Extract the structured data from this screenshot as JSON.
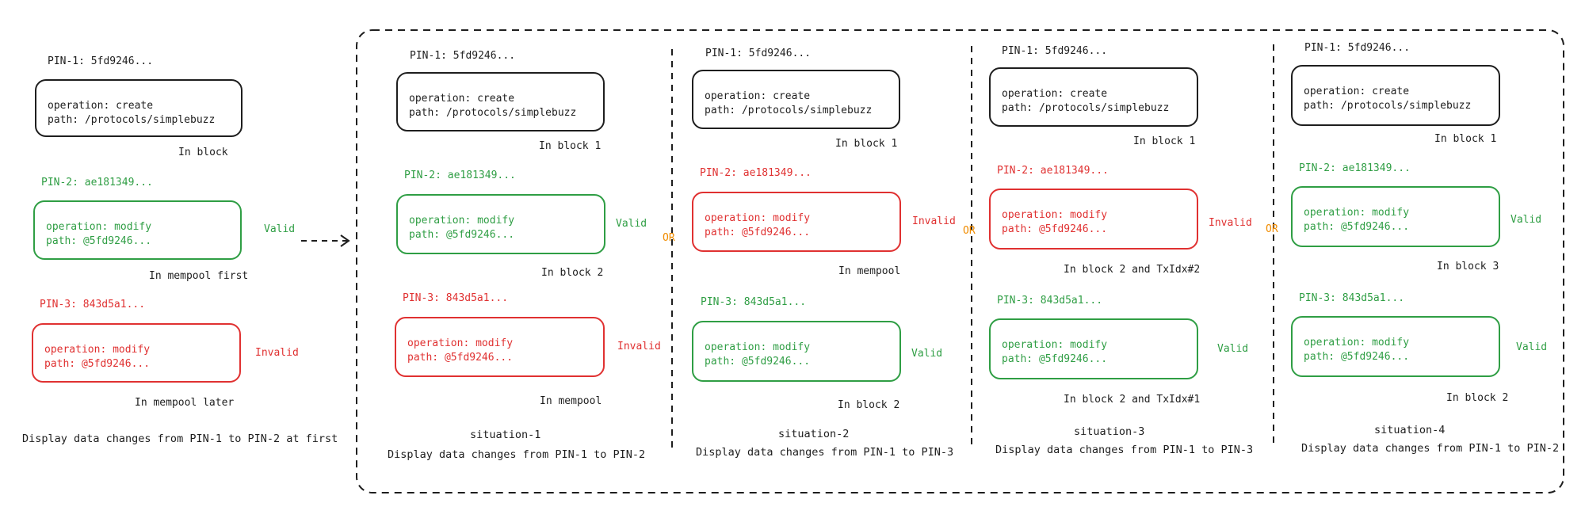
{
  "colors": {
    "black": "#1e1e1e",
    "green": "#2f9e44",
    "red": "#e03131",
    "orange": "#f08c00"
  },
  "left": {
    "pin1": {
      "title": "PIN-1: 5fd9246...",
      "line1": "operation: create",
      "line2": "path: /protocols/simplebuzz",
      "note": "In block"
    },
    "pin2": {
      "title": "PIN-2: ae181349...",
      "line1": "operation: modify",
      "line2": "path: @5fd9246...",
      "status": "Valid",
      "note": "In mempool first"
    },
    "pin3": {
      "title": "PIN-3: 843d5a1...",
      "line1": "operation: modify",
      "line2": "path: @5fd9246...",
      "status": "Invalid",
      "note": "In mempool later"
    },
    "caption": "Display data changes from PIN-1 to PIN-2 at first"
  },
  "or_label": "OR",
  "situations": [
    {
      "pin1": {
        "title": "PIN-1: 5fd9246...",
        "line1": "operation: create",
        "line2": "path: /protocols/simplebuzz",
        "note": "In block 1"
      },
      "pin2": {
        "title": "PIN-2: ae181349...",
        "line1": "operation: modify",
        "line2": "path: @5fd9246...",
        "status": "Valid",
        "note": "In block 2"
      },
      "pin3": {
        "title": "PIN-3: 843d5a1...",
        "line1": "operation: modify",
        "line2": "path: @5fd9246...",
        "status": "Invalid",
        "note": "In mempool"
      },
      "name": "situation-1",
      "caption": "Display data changes from PIN-1 to PIN-2"
    },
    {
      "pin1": {
        "title": "PIN-1: 5fd9246...",
        "line1": "operation: create",
        "line2": "path: /protocols/simplebuzz",
        "note": "In block 1"
      },
      "pin2": {
        "title": "PIN-2: ae181349...",
        "line1": "operation: modify",
        "line2": "path: @5fd9246...",
        "status": "Invalid",
        "note": "In mempool"
      },
      "pin3": {
        "title": "PIN-3: 843d5a1...",
        "line1": "operation: modify",
        "line2": "path: @5fd9246...",
        "status": "Valid",
        "note": "In block 2"
      },
      "name": "situation-2",
      "caption": "Display data changes from PIN-1 to PIN-3"
    },
    {
      "pin1": {
        "title": "PIN-1: 5fd9246...",
        "line1": "operation: create",
        "line2": "path: /protocols/simplebuzz",
        "note": "In block 1"
      },
      "pin2": {
        "title": "PIN-2: ae181349...",
        "line1": "operation: modify",
        "line2": "path: @5fd9246...",
        "status": "Invalid",
        "note": "In block 2 and TxIdx#2"
      },
      "pin3": {
        "title": "PIN-3: 843d5a1...",
        "line1": "operation: modify",
        "line2": "path: @5fd9246...",
        "status": "Valid",
        "note": "In block 2 and TxIdx#1"
      },
      "name": "situation-3",
      "caption": "Display data changes from PIN-1 to PIN-3"
    },
    {
      "pin1": {
        "title": "PIN-1: 5fd9246...",
        "line1": "operation: create",
        "line2": "path: /protocols/simplebuzz",
        "note": "In block 1"
      },
      "pin2": {
        "title": "PIN-2: ae181349...",
        "line1": "operation: modify",
        "line2": "path: @5fd9246...",
        "status": "Valid",
        "note": "In block 3"
      },
      "pin3": {
        "title": "PIN-3: 843d5a1...",
        "line1": "operation: modify",
        "line2": "path: @5fd9246...",
        "status": "Valid",
        "note": "In block 2"
      },
      "name": "situation-4",
      "caption": "Display data changes from PIN-1 to PIN-2"
    }
  ]
}
